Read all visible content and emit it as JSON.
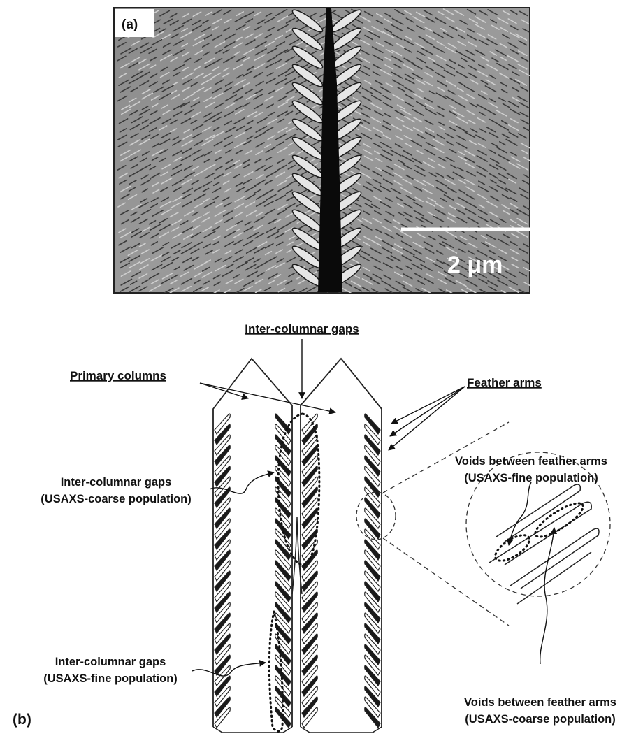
{
  "panel_a": {
    "label": "(a)",
    "scale_bar_text": "2 μm"
  },
  "panel_b": {
    "label": "(b)",
    "labels": {
      "inter_columnar_gaps_top": "Inter-columnar gaps",
      "primary_columns": "Primary columns",
      "feather_arms": "Feather arms",
      "coarse_gaps_line1": "Inter-columnar gaps",
      "coarse_gaps_line2": "(USAXS-coarse population)",
      "fine_gaps_line1": "Inter-columnar gaps",
      "fine_gaps_line2": "(USAXS-fine population)",
      "voids_fine_line1": "Voids between feather arms",
      "voids_fine_line2": "(USAXS-fine population)",
      "voids_coarse_line1": "Voids between feather arms",
      "voids_coarse_line2": "(USAXS-coarse population)"
    }
  },
  "colors": {
    "micrograph_bg": "#8f8f8f",
    "ink": "#111111"
  }
}
